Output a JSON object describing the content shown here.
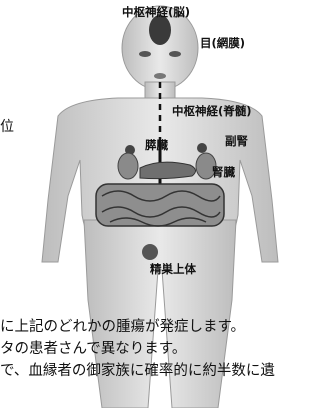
{
  "labels": {
    "cns_brain": "中枢神経(脳)",
    "eye_retina": "目(網膜)",
    "cns_spinal": "中枢神経(脊髄)",
    "pancreas": "膵臓",
    "adrenal": "副腎",
    "kidney": "腎臓",
    "epididymis": "精巣上体"
  },
  "side_char": "位",
  "text_lines": [
    "に上記のどれかの腫瘍が発症します。",
    "タの患者さんで異なります。",
    "で、血縁者の御家族に確率的に約半数に遺"
  ]
}
